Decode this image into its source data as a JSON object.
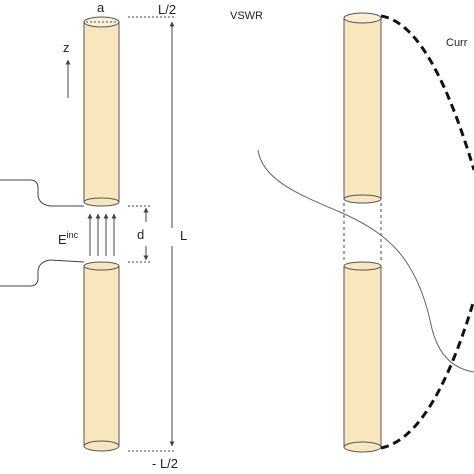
{
  "labels": {
    "radius": "a",
    "top_half_length": "L/2",
    "bottom_half_length": "- L/2",
    "axis": "z",
    "incident_field": "E",
    "incident_superscript": "inc",
    "gap": "d",
    "length": "L",
    "vswr": "VSWR",
    "current": "Curr"
  },
  "colors": {
    "conductor_fill": "#f8e6bf",
    "conductor_stroke": "#555555",
    "line": "#444444",
    "current_curve": "#111111"
  }
}
